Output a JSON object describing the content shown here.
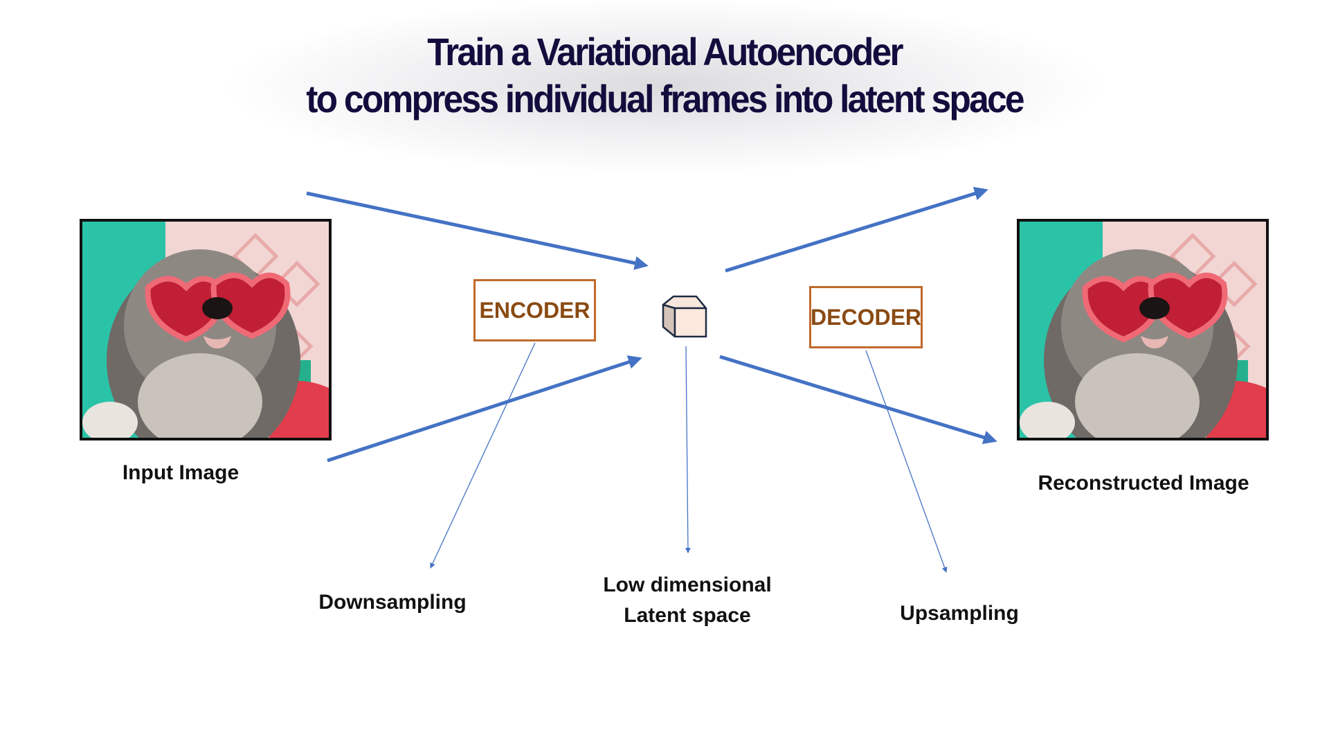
{
  "title": {
    "line1": "Train a Variational Autoencoder",
    "line2": "to compress individual frames  into latent space"
  },
  "input_image": {
    "label": "Input Image"
  },
  "output_image": {
    "label": "Reconstructed Image"
  },
  "encoder": {
    "label": "ENCODER"
  },
  "decoder": {
    "label": "DECODER"
  },
  "annotations": {
    "downsampling": "Downsampling",
    "latent_line1": "Low dimensional",
    "latent_line2": "Latent space",
    "upsampling": "Upsampling"
  },
  "colors": {
    "arrow": "#4472c4",
    "box_border": "#c0692a",
    "box_text": "#8a4a12",
    "title": "#120d3d"
  }
}
